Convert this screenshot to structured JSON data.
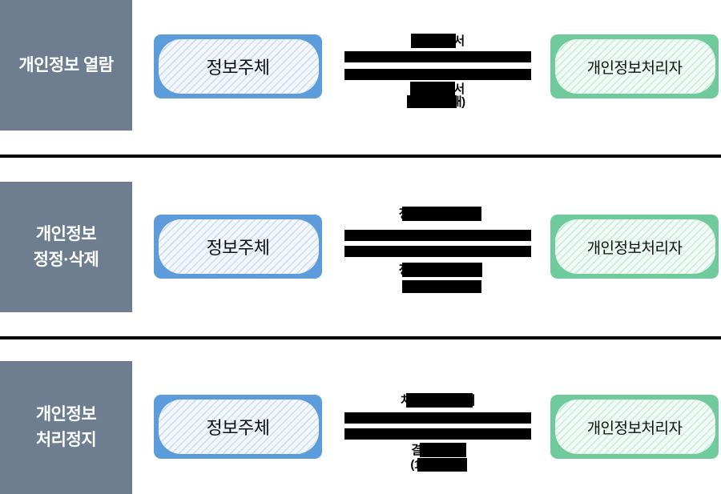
{
  "colors": {
    "category_bg": "#6E7E90",
    "subject_border": "#5C9CDB",
    "processor_border": "#6FCB9B",
    "arrow_bar": "#000000",
    "background": "#ffffff"
  },
  "rows": [
    {
      "category_line1": "개인정보 열람",
      "category_line2": "",
      "subject_label": "정보주체",
      "processor_label": "개인정보처리자",
      "request_label": "열람요구서",
      "response_label": "열람통지서",
      "deadline_label": "(10일 이내)"
    },
    {
      "category_line1": "개인정보",
      "category_line2": "정정·삭제",
      "subject_label": "정보주체",
      "processor_label": "개인정보처리자",
      "request_label": "정정·삭제요구서",
      "response_label": "정정·삭제통지서",
      "deadline_label": ""
    },
    {
      "category_line1": "개인정보",
      "category_line2": "처리정지",
      "subject_label": "정보주체",
      "processor_label": "개인정보처리자",
      "request_label": "처리정지요구서",
      "response_label": "결과통지서",
      "deadline_label": "(10일 이내)"
    }
  ]
}
